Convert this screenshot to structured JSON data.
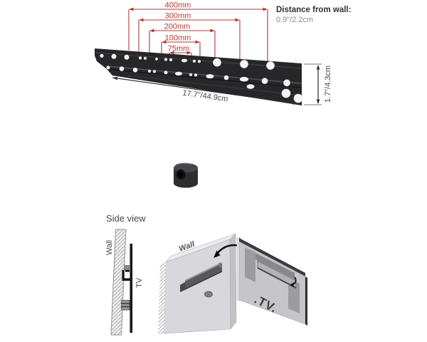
{
  "top_diagram": {
    "hole_spacing_labels": [
      "400mm",
      "300mm",
      "200mm",
      "100mm",
      "75mm"
    ],
    "distance": {
      "title": "Distance from wall:",
      "value": "0.9\"/2.2cm"
    },
    "width_label": "17.7\"/44.9cm",
    "height_label": "1.7\"/4.3cm"
  },
  "side_view": {
    "title": "Side view",
    "wall_label": "Wall",
    "tv_label": "TV"
  },
  "assembly_view": {
    "wall_label": "Wall",
    "tv_label": ".TV."
  },
  "colors": {
    "dimension_red": "#b13a31",
    "dark_text": "#323236",
    "gray_text": "#8e8e92",
    "bracket_dark": "#27272a",
    "metal_light_gray": "#c6c6ca"
  }
}
